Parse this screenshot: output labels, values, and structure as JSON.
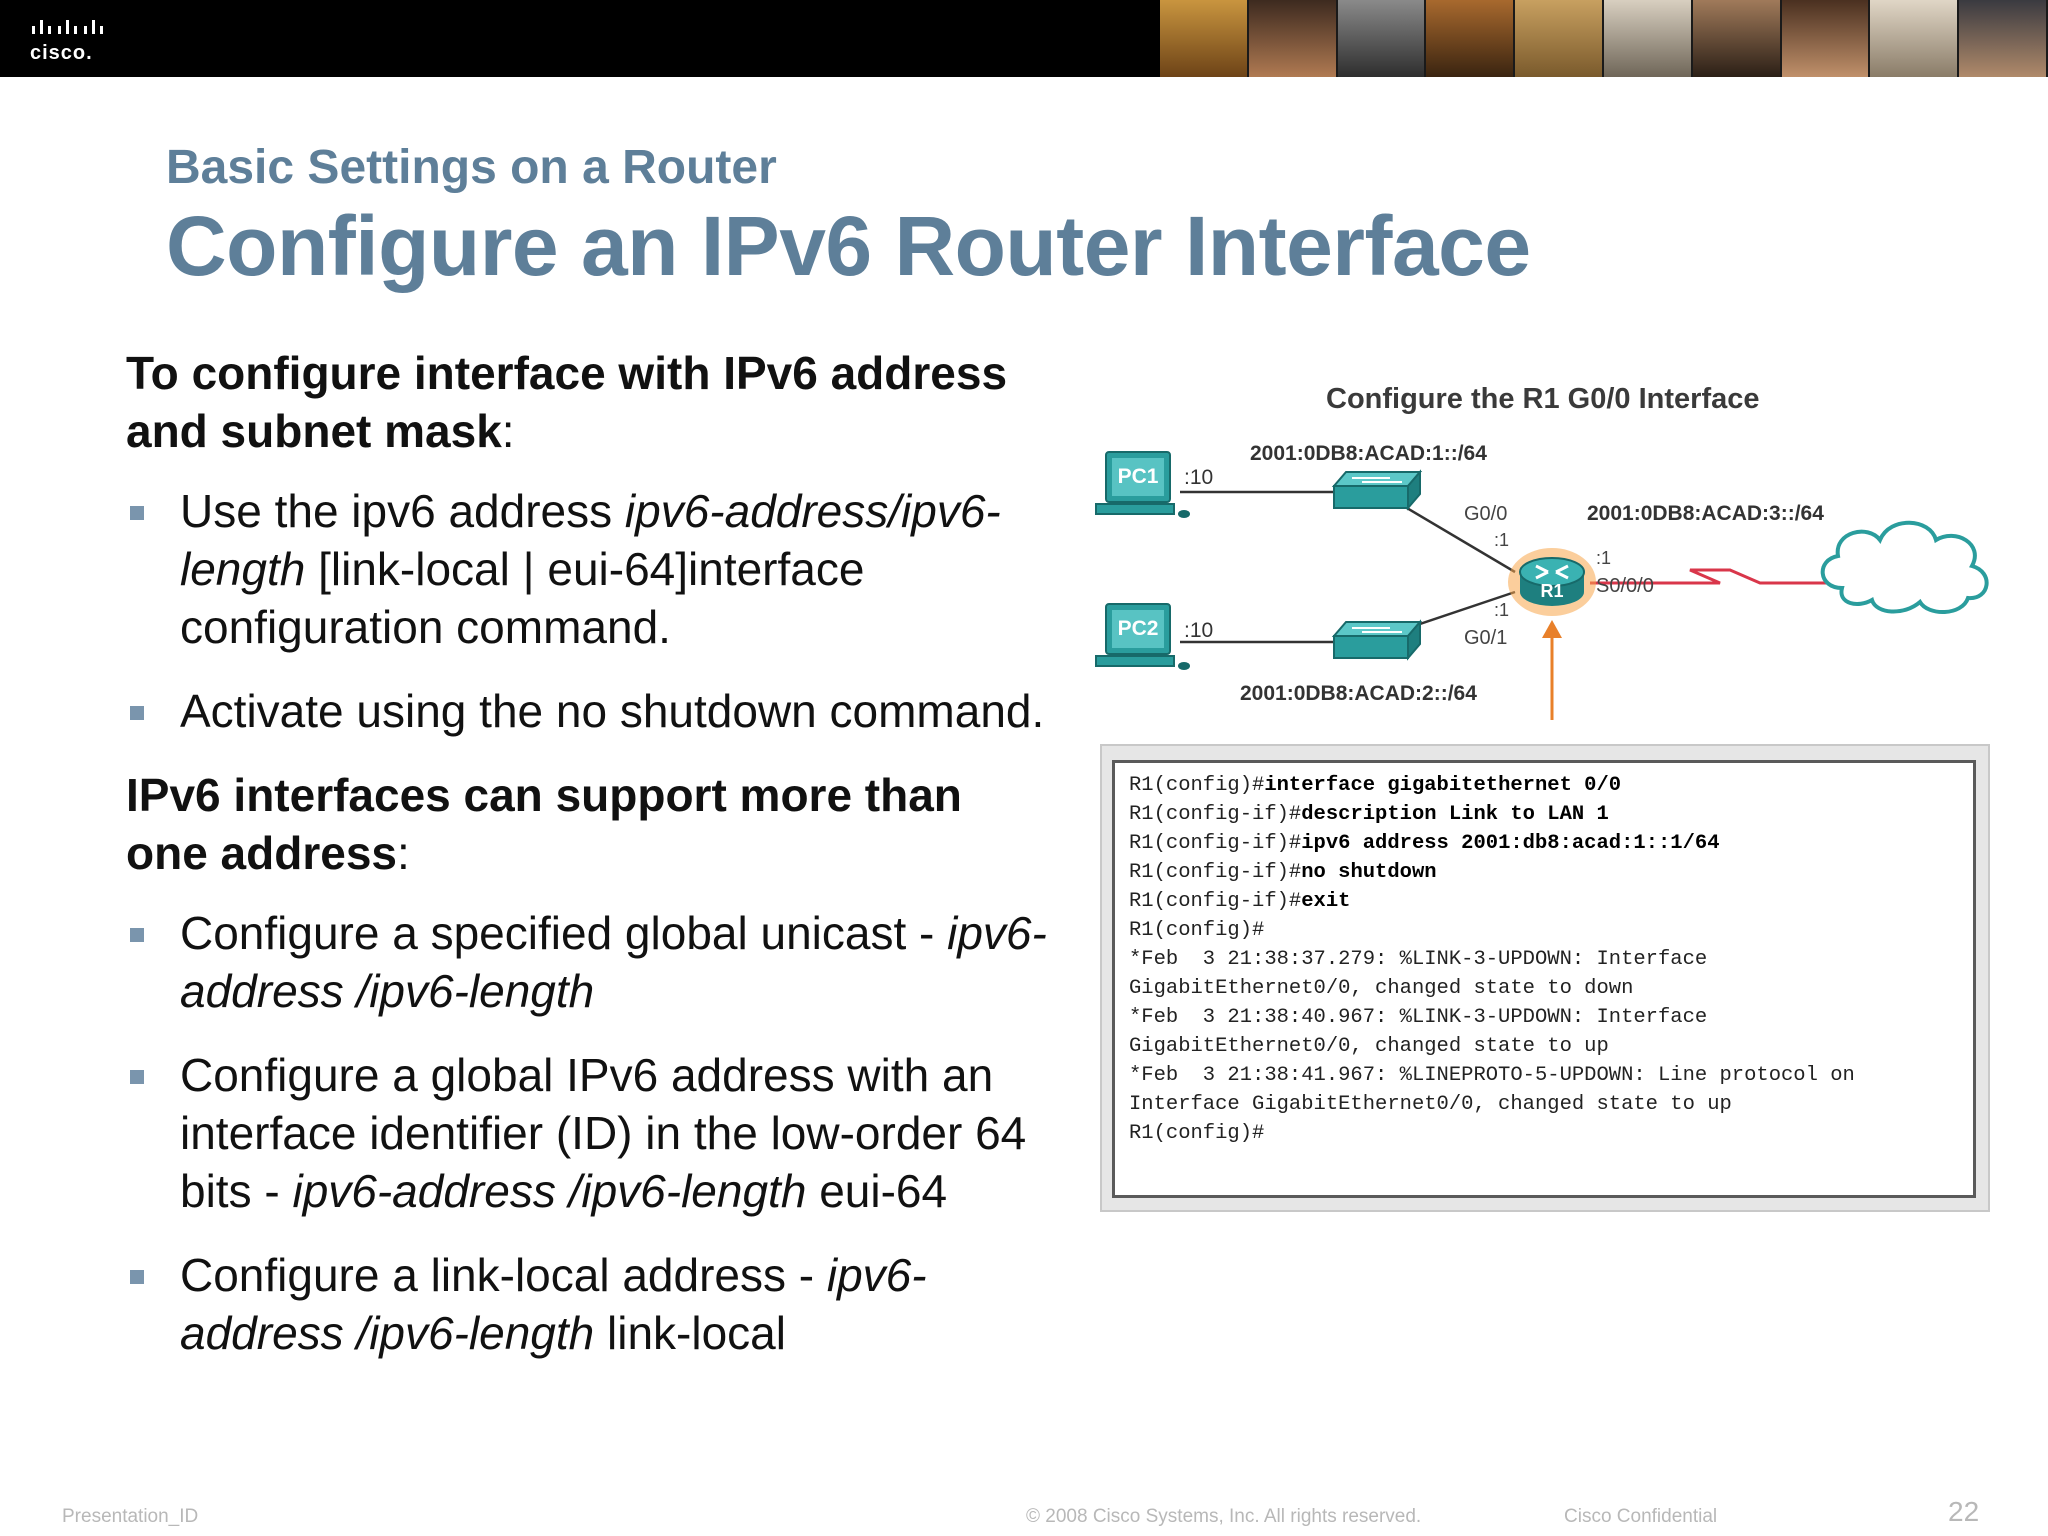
{
  "header": {
    "logo_text": "cisco.",
    "colors": {
      "bar": "#000000",
      "title": "#5e7f99",
      "accent": "#e8802a",
      "device": "#2a9d9d"
    }
  },
  "slide": {
    "subtitle": "Basic Settings on a Router",
    "title": "Configure an IPv6 Router Interface"
  },
  "content": {
    "heading1": {
      "bold": "To configure interface with IPv6 address and subnet mask",
      "tail": ":"
    },
    "list1": [
      {
        "t1": "Use the ipv6 address ",
        "i1": "ipv6-address/ipv6-length",
        "t2": " [link-local | eui-64]interface configuration command."
      },
      {
        "t1": "Activate using the no shutdown command."
      }
    ],
    "heading2": {
      "bold": "IPv6 interfaces can support more than one address",
      "tail": ":"
    },
    "list2": [
      {
        "t1": "Configure a specified global unicast - ",
        "i1": "ipv6-address /ipv6-length"
      },
      {
        "t1": "Configure a global IPv6 address with an interface identifier (ID) in the low-order 64 bits  -  ",
        "i1": "ipv6-address /ipv6-length",
        "t2": " eui-64"
      },
      {
        "t1": "Configure a link-local address -  ",
        "i1": "ipv6-address /ipv6-length",
        "t2": " link-local"
      }
    ]
  },
  "diagram": {
    "title": "Configure the R1 G0/0 Interface",
    "pc1": "PC1",
    "pc2": "PC2",
    "pc1_host": ":10",
    "pc2_host": ":10",
    "net1": "2001:0DB8:ACAD:1::/64",
    "net2": "2001:0DB8:ACAD:2::/64",
    "net3": "2001:0DB8:ACAD:3::/64",
    "g00": "G0/0",
    "g01": "G0/1",
    "s000": "S0/0/0",
    "g00_host": ":1",
    "g01_host": ":1",
    "s000_host": ":1",
    "router": "R1"
  },
  "cli": {
    "lines": [
      {
        "p": "R1(config)#",
        "c": "interface gigabitethernet 0/0"
      },
      {
        "p": "R1(config-if)#",
        "c": "description Link to LAN 1"
      },
      {
        "p": "R1(config-if)#",
        "c": "ipv6 address 2001:db8:acad:1::1/64"
      },
      {
        "p": "R1(config-if)#",
        "c": "no shutdown"
      },
      {
        "p": "R1(config-if)#",
        "c": "exit"
      },
      {
        "p": "R1(config)#",
        "c": ""
      },
      {
        "p": "*Feb  3 21:38:37.279: %LINK-3-UPDOWN: Interface",
        "c": ""
      },
      {
        "p": "GigabitEthernet0/0, changed state to down",
        "c": ""
      },
      {
        "p": "*Feb  3 21:38:40.967: %LINK-3-UPDOWN: Interface",
        "c": ""
      },
      {
        "p": "GigabitEthernet0/0, changed state to up",
        "c": ""
      },
      {
        "p": "*Feb  3 21:38:41.967: %LINEPROTO-5-UPDOWN: Line protocol on",
        "c": ""
      },
      {
        "p": "Interface GigabitEthernet0/0, changed state to up",
        "c": ""
      },
      {
        "p": "R1(config)#",
        "c": ""
      }
    ]
  },
  "footer": {
    "left": "Presentation_ID",
    "center": "© 2008 Cisco Systems, Inc. All rights reserved.",
    "right": "Cisco Confidential",
    "page": "22"
  }
}
